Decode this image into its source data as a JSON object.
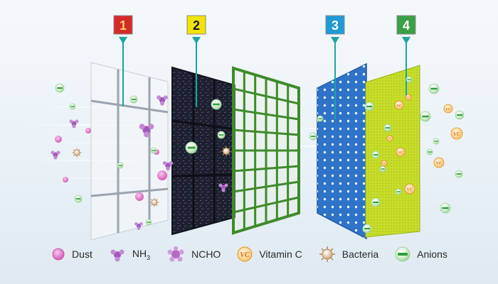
{
  "filters": [
    {
      "number": "1",
      "badge_color": "#d62a2a",
      "text_color": "#f5d36a",
      "name": "pre-filter"
    },
    {
      "number": "2",
      "badge_color": "#f2e400",
      "text_color": "#1a1a1a",
      "name": "activated-carbon"
    },
    {
      "number": "3",
      "badge_color": "#1e9ad6",
      "text_color": "#ffffff",
      "name": "blue-dotted"
    },
    {
      "number": "4",
      "badge_color": "#3aa046",
      "text_color": "#ffffff",
      "name": "vitamin-c"
    }
  ],
  "particle_icons": {
    "vitamin_c_text": "VC"
  },
  "legend": [
    {
      "key": "dust",
      "label": "Dust",
      "icon": "dust-icon"
    },
    {
      "key": "nh3",
      "label": "NH",
      "sub": "3",
      "icon": "nh3-icon"
    },
    {
      "key": "ncho",
      "label": "NCHO",
      "icon": "ncho-icon"
    },
    {
      "key": "vitc",
      "label": "Vitamin C",
      "icon": "vitamin-c-icon"
    },
    {
      "key": "bacteria",
      "label": "Bacteria",
      "icon": "bacteria-icon"
    },
    {
      "key": "anions",
      "label": "Anions",
      "icon": "anion-icon"
    }
  ],
  "colors": {
    "pointer": "#1aa5a0",
    "dust": "#e16fc2",
    "nh3": "#9a4fb0",
    "vitc": "#f39a2b",
    "anion": "#3db34a",
    "panel3": "#2f73c9",
    "panel4": "#c7dd2a",
    "panel2": "#1a1d2a",
    "panel_green": "#3f8a2a"
  }
}
